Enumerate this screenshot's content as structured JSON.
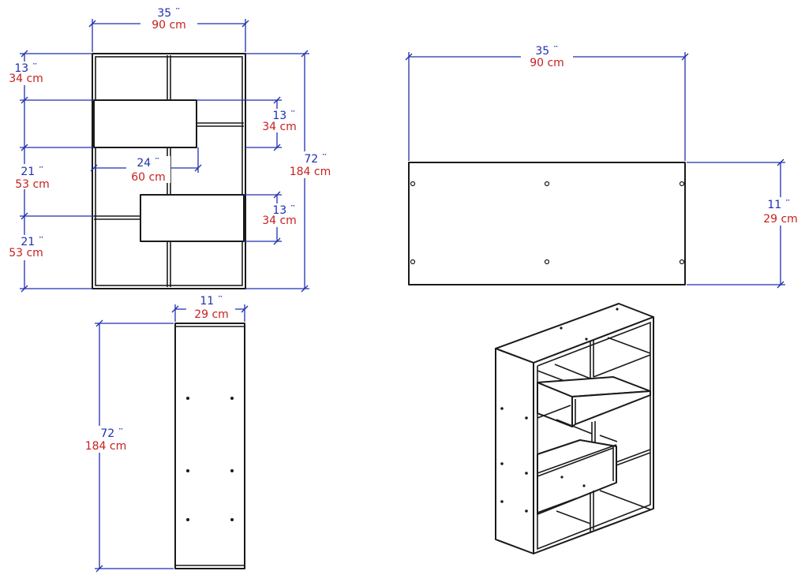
{
  "colors": {
    "dimension_line": "#1f2fb0",
    "inch_text": "#1f2fb0",
    "cm_text": "#c62020",
    "outline": "#1a1a1a"
  },
  "front_view": {
    "width": {
      "inch": "35 ¨",
      "cm": "90 cm"
    },
    "top": {
      "inch": "13 ¨",
      "cm": "34 cm"
    },
    "drawer1": {
      "inch": "13 ¨",
      "cm": "34 cm"
    },
    "offset": {
      "inch": "24 ¨",
      "cm": "60 cm"
    },
    "middle": {
      "inch": "21 ¨",
      "cm": "53 cm"
    },
    "drawer2": {
      "inch": "13 ¨",
      "cm": "34 cm"
    },
    "bottom": {
      "inch": "21 ¨",
      "cm": "53 cm"
    },
    "height": {
      "inch": "72 ¨",
      "cm": "184 cm"
    }
  },
  "top_view": {
    "width": {
      "inch": "35 ¨",
      "cm": "90 cm"
    },
    "depth": {
      "inch": "11 ¨",
      "cm": "29 cm"
    }
  },
  "side_view": {
    "depth": {
      "inch": "11 ¨",
      "cm": "29 cm"
    },
    "height": {
      "inch": "72 ¨",
      "cm": "184 cm"
    }
  }
}
